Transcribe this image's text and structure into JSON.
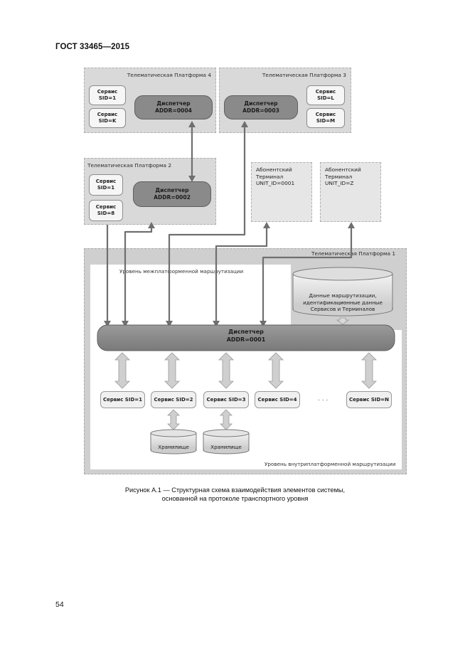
{
  "header": "ГОСТ 33465—2015",
  "page_number": "54",
  "caption": {
    "line1": "Рисунок А.1 — Структурная схема взаимодействия элементов системы,",
    "line2": "основанной на протоколе транспортного уровня"
  },
  "diagram": {
    "platform4": {
      "title": "Телематическая Платформа 4",
      "services": [
        {
          "name": "Сервис",
          "sid": "SID=1"
        },
        {
          "name": "Сервис",
          "sid": "SID=K"
        }
      ],
      "dispatcher": {
        "name": "Диспетчер",
        "addr": "ADDR=0004"
      }
    },
    "platform3": {
      "title": "Телематическая Платформа 3",
      "services": [
        {
          "name": "Сервис",
          "sid": "SID=L"
        },
        {
          "name": "Сервис",
          "sid": "SID=M"
        }
      ],
      "dispatcher": {
        "name": "Диспетчер",
        "addr": "ADDR=0003"
      }
    },
    "platform2": {
      "title": "Телематическая Платформа 2",
      "services": [
        {
          "name": "Сервис",
          "sid": "SID=1"
        },
        {
          "name": "Сервис",
          "sid": "SID=8"
        }
      ],
      "dispatcher": {
        "name": "Диспетчер",
        "addr": "ADDR=0002"
      }
    },
    "terminals": [
      {
        "line1": "Абонентский",
        "line2": "Терминал",
        "line3": "UNIT_ID=0001"
      },
      {
        "line1": "Абонентский",
        "line2": "Терминал",
        "line3": "UNIT_ID=Z"
      }
    ],
    "platform1": {
      "title": "Телематическая Платформа 1",
      "inter_level": "Уровень межплатформенной маршрутизации",
      "intra_level": "Уровень внутриплатформенной маршрутизации",
      "routing_db": {
        "line1": "Данные маршрутизации,",
        "line2": "идентификационные данные",
        "line3": "Сервисов и Терминалов"
      },
      "dispatcher": {
        "name": "Диспетчер",
        "addr": "ADDR=0001"
      },
      "services": [
        "Сервис SID=1",
        "Сервис SID=2",
        "Сервис SID=3",
        "Сервис SID=4",
        "Сервис SID=N"
      ],
      "ellipsis": ". . .",
      "storages": [
        "Хранилище",
        "Хранилище"
      ]
    }
  }
}
